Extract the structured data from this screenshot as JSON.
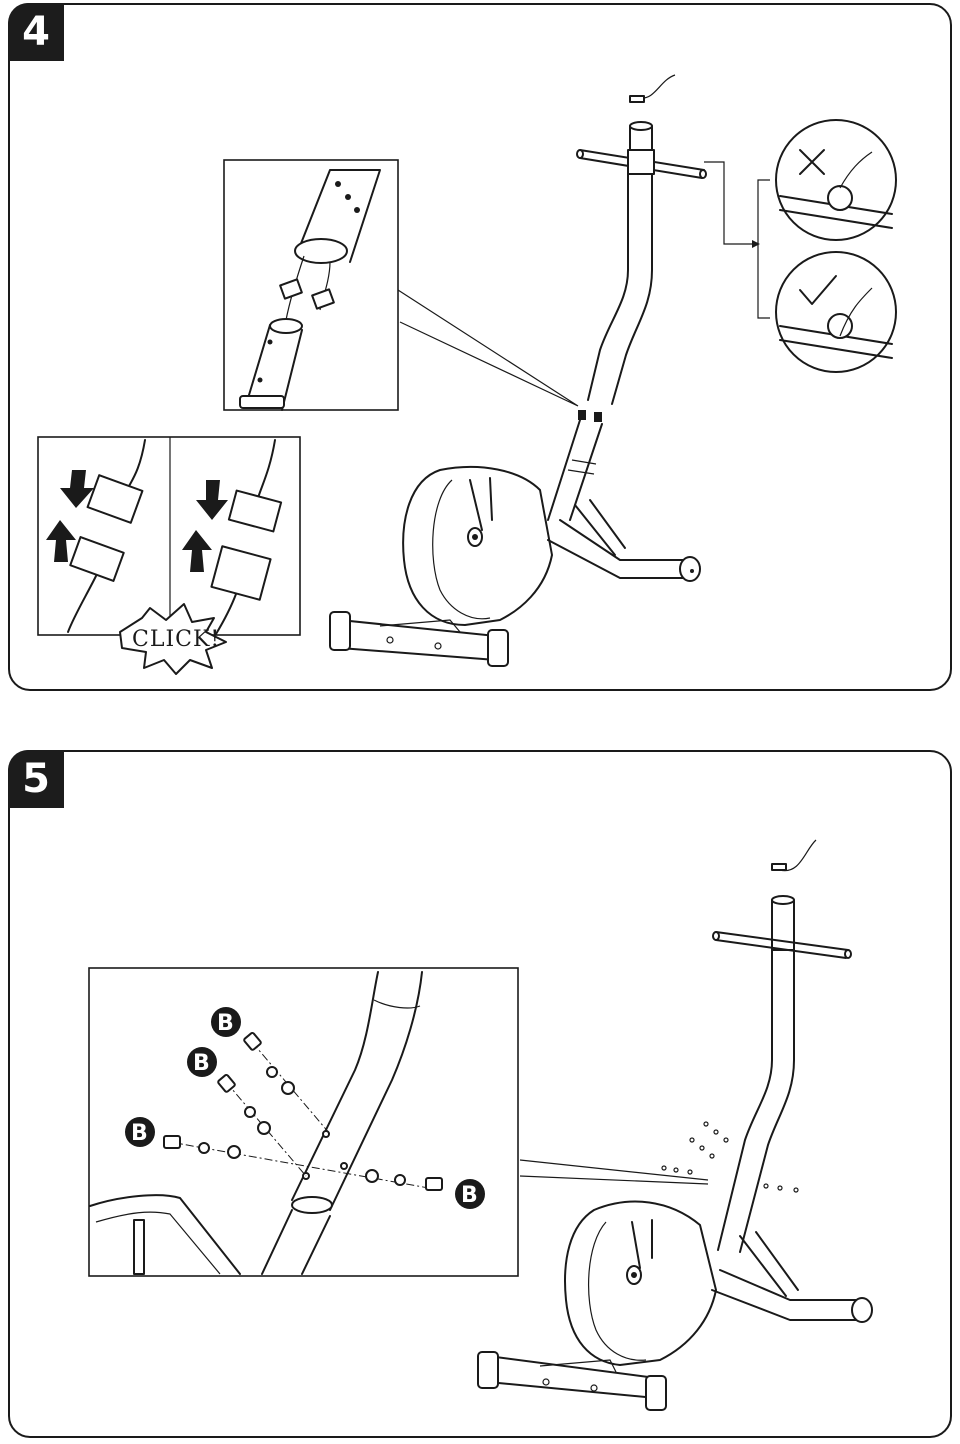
{
  "steps": [
    {
      "number": "4"
    },
    {
      "number": "5"
    }
  ],
  "step4": {
    "callout_text": "CLICK!",
    "wrong_symbol": "✕",
    "right_symbol": "✓"
  },
  "step5": {
    "bolt_label": "B"
  },
  "icons": [
    "cross-icon",
    "check-icon",
    "arrow-down-icon",
    "arrow-up-icon"
  ],
  "colors": {
    "ink": "#1a1a1a",
    "badge": "#1c1c1c",
    "paper": "#ffffff"
  }
}
